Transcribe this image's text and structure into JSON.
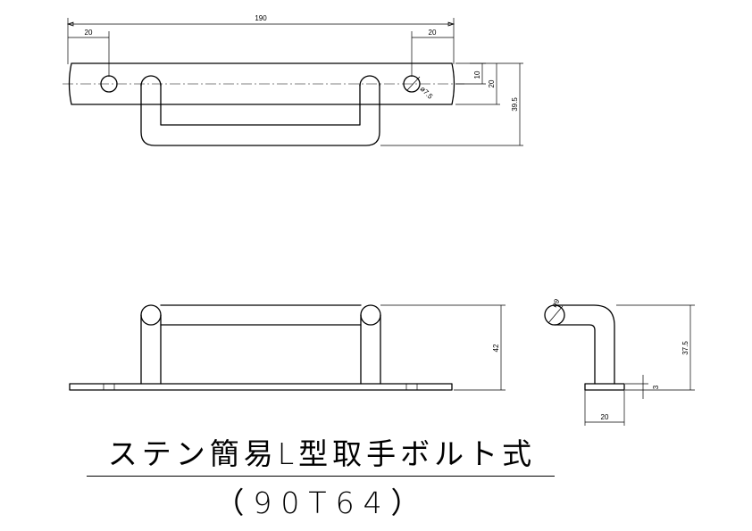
{
  "drawing": {
    "title": "ステン簡易L型取手ボルト式",
    "model": "（90T64）",
    "plan_view": {
      "dim_overall_length": "190",
      "dim_left_hole_offset": "20",
      "dim_right_hole_offset": "20",
      "dim_hole_dia": "ø7.5",
      "dim_hole_center": "10",
      "dim_plate_width": "20",
      "dim_total_depth": "39.5"
    },
    "front_view": {
      "dim_height": "42"
    },
    "side_view": {
      "dim_rod_dia": "ø9",
      "dim_height": "37.5",
      "dim_plate_thickness": "3",
      "dim_plate_width": "20"
    }
  }
}
